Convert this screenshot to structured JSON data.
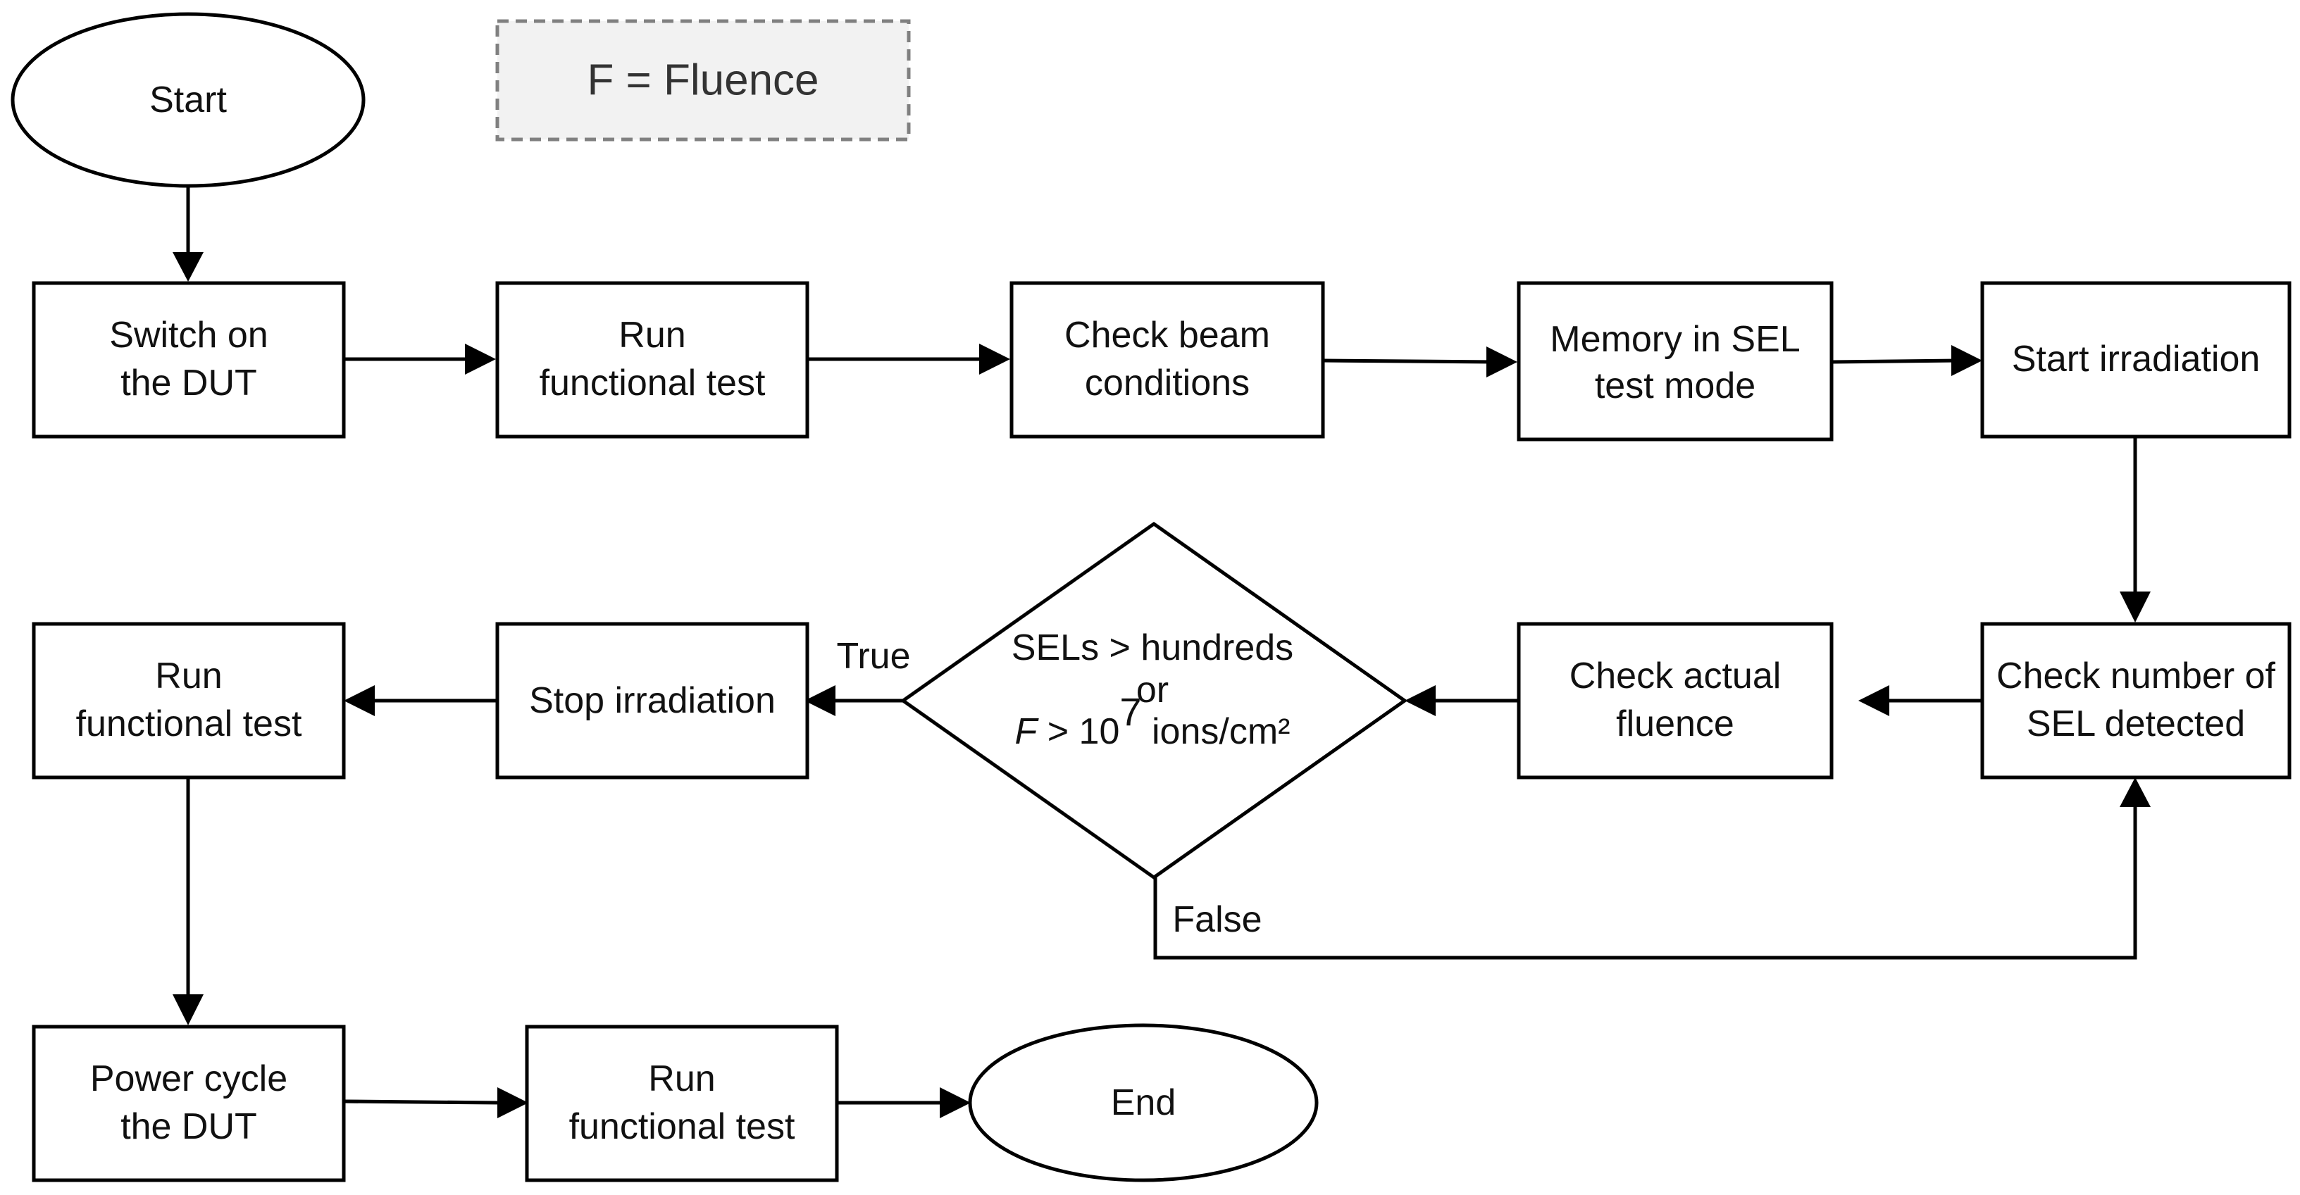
{
  "legend": {
    "text": "F = Fluence"
  },
  "nodes": {
    "start": {
      "lines": [
        "Start"
      ]
    },
    "switch_on": {
      "lines": [
        "Switch on",
        "the DUT"
      ]
    },
    "run_test_1": {
      "lines": [
        "Run",
        "functional test"
      ]
    },
    "check_beam": {
      "lines": [
        "Check beam",
        "conditions"
      ]
    },
    "memory_sel": {
      "lines": [
        "Memory in SEL",
        "test mode"
      ]
    },
    "start_irradiation": {
      "lines": [
        "Start irradiation"
      ]
    },
    "check_sel": {
      "lines": [
        "Check number of",
        "SEL detected"
      ]
    },
    "check_fluence": {
      "lines": [
        "Check actual",
        "fluence"
      ]
    },
    "decision": {
      "line1": "SELs > hundreds",
      "line2": "or",
      "line3_var": "F",
      "line3_mid": " > 10",
      "line3_exp": "7",
      "line3_end": " ions/cm²"
    },
    "stop_irradiation": {
      "lines": [
        "Stop irradiation"
      ]
    },
    "run_test_2": {
      "lines": [
        "Run",
        "functional test"
      ]
    },
    "power_cycle": {
      "lines": [
        "Power cycle",
        "the DUT"
      ]
    },
    "run_test_3": {
      "lines": [
        "Run",
        "functional test"
      ]
    },
    "end": {
      "lines": [
        "End"
      ]
    }
  },
  "edge_labels": {
    "true_label": "True",
    "false_label": "False"
  }
}
